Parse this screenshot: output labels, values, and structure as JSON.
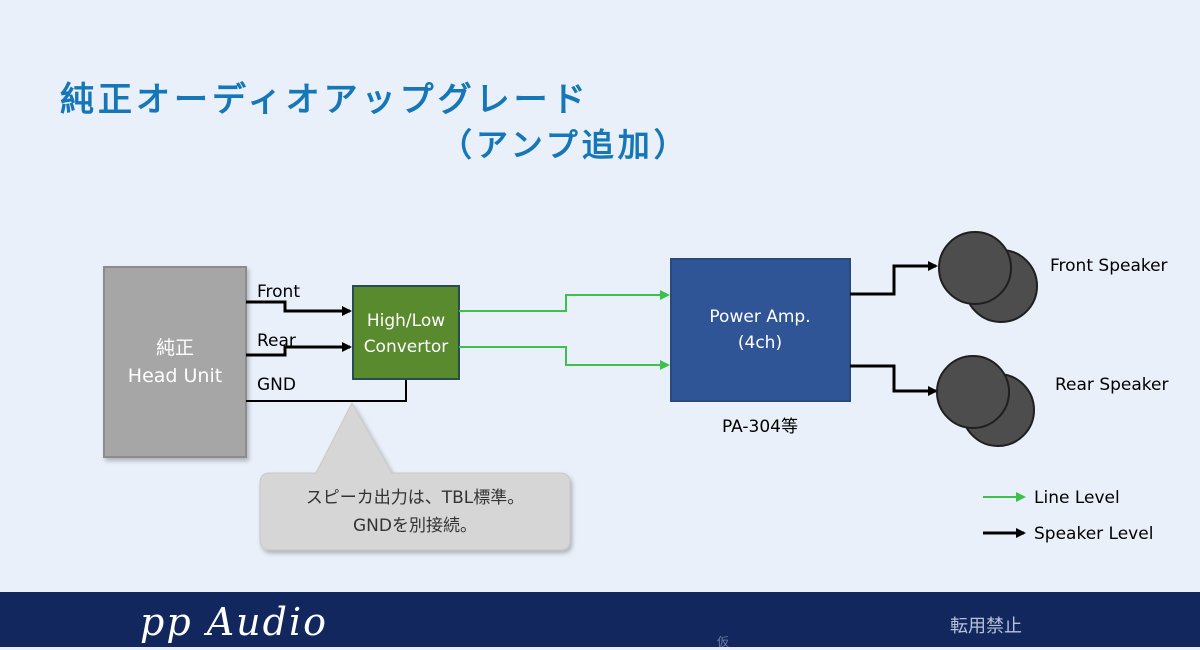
{
  "title": "純正オーディオアップグレード",
  "subtitle": "（アンプ追加）",
  "head_unit": {
    "line1": "純正",
    "line2": "Head Unit"
  },
  "inputs": {
    "front": "Front",
    "rear": "Rear",
    "gnd": "GND"
  },
  "converter": {
    "line1": "High/Low",
    "line2": "Convertor"
  },
  "amp": {
    "line1": "Power Amp.",
    "line2": "(4ch)",
    "model": "PA-304等"
  },
  "speakers": {
    "front": "Front Speaker",
    "rear": "Rear Speaker"
  },
  "callout": {
    "line1": "スピーカ出力は、TBL標準。",
    "line2": "GNDを別接続。"
  },
  "legend": {
    "line": "Line Level",
    "speaker": "Speaker Level"
  },
  "footer": {
    "brand": "pp Audio",
    "restricted": "転用禁止",
    "draft": "仮"
  },
  "colors": {
    "line_level": "#3cc24a",
    "speaker_level": "#000000",
    "converter": "#5a8a2e",
    "amp": "#2f5597",
    "head_unit": "#a6a6a6",
    "title": "#1677b8",
    "footer": "#12275e"
  }
}
